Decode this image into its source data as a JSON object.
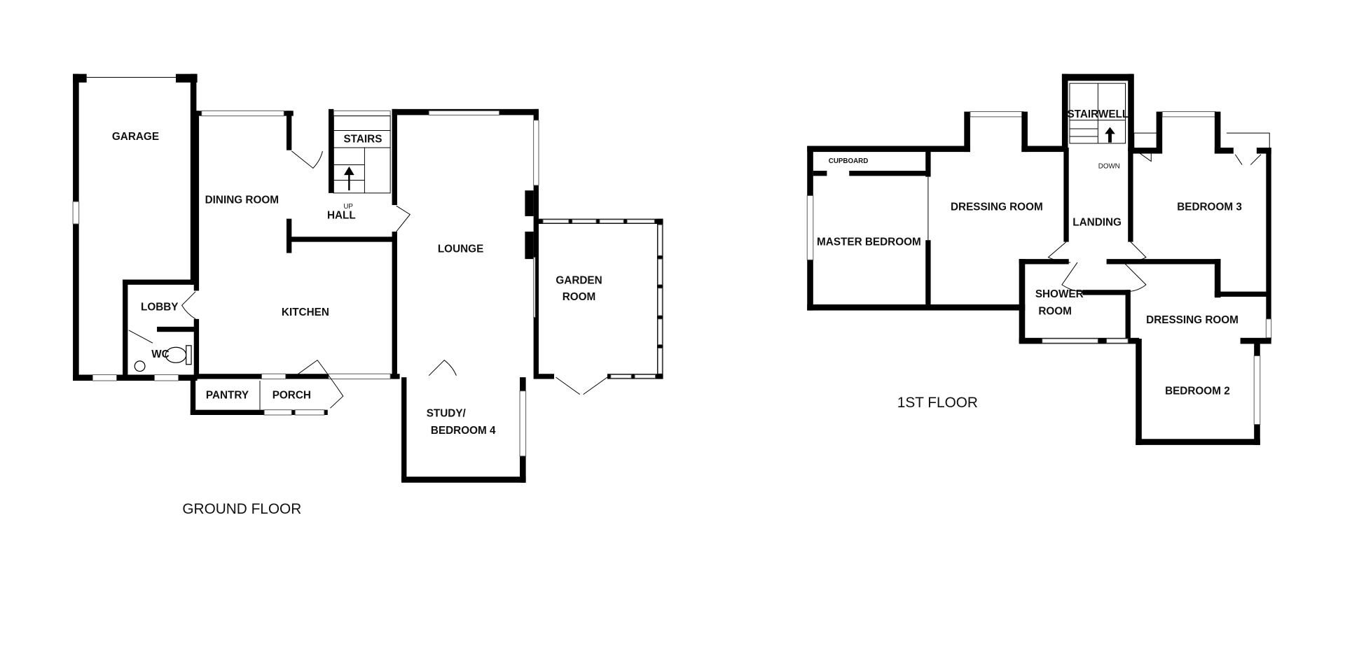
{
  "ground_floor": {
    "title": "GROUND FLOOR",
    "rooms": {
      "garage": "GARAGE",
      "dining_room": "DINING ROOM",
      "stairs": "STAIRS",
      "up": "UP",
      "hall": "HALL",
      "lounge": "LOUNGE",
      "garden_room_1": "GARDEN",
      "garden_room_2": "ROOM",
      "lobby": "LOBBY",
      "kitchen": "KITCHEN",
      "wc": "WC",
      "pantry": "PANTRY",
      "porch": "PORCH",
      "study_1": "STUDY/",
      "study_2": "BEDROOM 4"
    }
  },
  "first_floor": {
    "title": "1ST FLOOR",
    "rooms": {
      "cupboard": "CUPBOARD",
      "master_bedroom": "MASTER BEDROOM",
      "dressing_room_1": "DRESSING ROOM",
      "stairwell": "STAIRWELL",
      "down": "DOWN",
      "landing": "LANDING",
      "bedroom_3": "BEDROOM 3",
      "shower_room_1": "SHOWER",
      "shower_room_2": "ROOM",
      "dressing_room_2": "DRESSING ROOM",
      "bedroom_2": "BEDROOM 2"
    }
  }
}
